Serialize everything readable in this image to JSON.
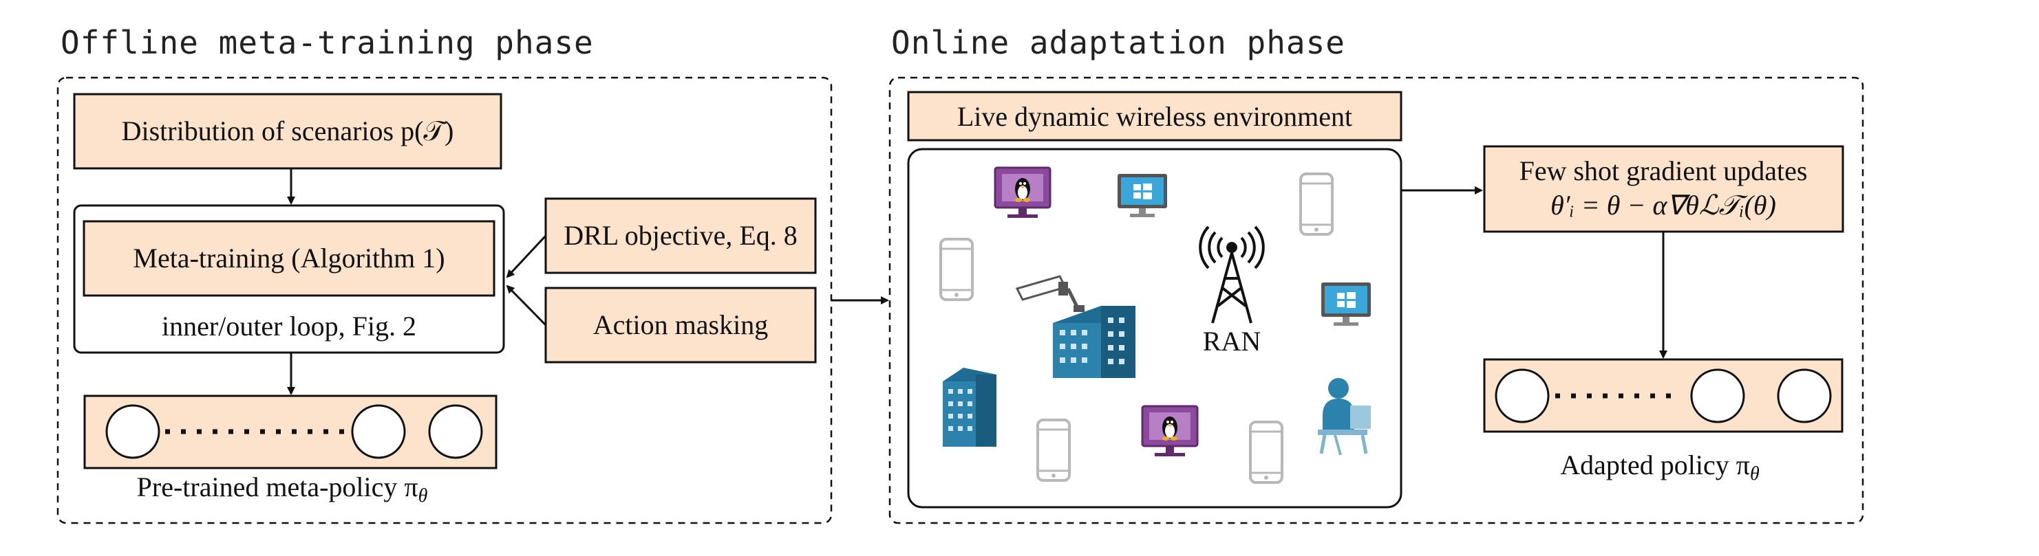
{
  "offline": {
    "title": "Offline meta-training phase",
    "distribution_label": "Distribution of scenarios p(𝒯)",
    "meta_training_label": "Meta-training (Algorithm 1)",
    "inner_outer_label": "inner/outer loop, Fig. 2",
    "drl_objective_label": "DRL objective, Eq. 8",
    "action_masking_label": "Action masking",
    "policy_caption": "Pre-trained meta-policy π",
    "policy_caption_sub": "θ"
  },
  "online": {
    "title": "Online adaptation phase",
    "environment_label": "Live dynamic wireless environment",
    "ran_label": "RAN",
    "few_shot_label": "Few shot gradient updates",
    "update_equation": "θ′ᵢ = θ − α∇θℒ𝒯ᵢ(θ)",
    "policy_caption": "Adapted policy π",
    "policy_caption_sub": "θ"
  },
  "colors": {
    "box_fill": "#fde3cc",
    "stroke": "#111111",
    "linux_purple": "#8b4a9c",
    "windows_blue": "#3aa6d9",
    "building_blue": "#1f6d94",
    "phone_gray": "#b8b8b8"
  },
  "icons": [
    "linux-monitor-icon",
    "windows-monitor-icon",
    "smartphone-icon",
    "antenna-tower-icon",
    "city-building-icon",
    "cctv-camera-icon",
    "office-worker-icon"
  ]
}
